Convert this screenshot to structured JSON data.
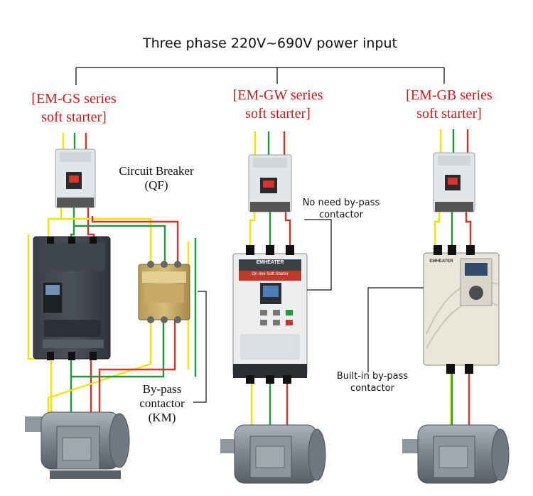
{
  "title": "Three phase 220V~690V power input",
  "series": [
    {
      "line1": "[EM-GS  series",
      "line2": "soft starter]"
    },
    {
      "line1": "[EM-GW series",
      "line2": "soft starter]"
    },
    {
      "line1": "[EM-GB series",
      "line2": "soft starter]"
    }
  ],
  "callouts": {
    "circuit_breaker": {
      "line1": "Circuit Breaker",
      "line2": "(QF)"
    },
    "no_bypass": {
      "line1": "No need by-pass",
      "line2": "contactor"
    },
    "bypass_contactor": {
      "line1": "By-pass",
      "line2": "contactor",
      "line3": "(KM)"
    },
    "builtin_bypass": {
      "line1": "Built-in by-pass",
      "line2": "contactor"
    }
  },
  "device_text": {
    "brand": "EMHEATER",
    "gw_panel": "On-line Soft Starter"
  },
  "wire_colors": {
    "yellow": "#f2e400",
    "green": "#1f9a3a",
    "red": "#d8332a"
  }
}
